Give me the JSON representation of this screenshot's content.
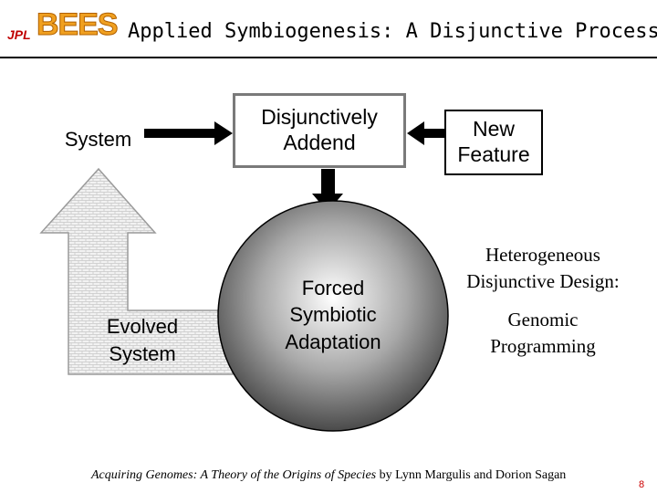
{
  "header": {
    "logo_jpl": "JPL",
    "logo_bees": "BEES",
    "title": "Applied Symbiogenesis: A Disjunctive Process"
  },
  "diagram": {
    "system": "System",
    "addend_line1": "Disjunctively",
    "addend_line2": "Addend",
    "feature_line1": "New",
    "feature_line2": "Feature",
    "sphere_line1": "Forced",
    "sphere_line2": "Symbiotic",
    "sphere_line3": "Adaptation",
    "evolved_line1": "Evolved",
    "evolved_line2": "System",
    "design_line1": "Heterogeneous",
    "design_line2": "Disjunctive Design:",
    "genomic_line1": "Genomic",
    "genomic_line2": "Programming"
  },
  "footer": {
    "book_title": "Acquiring Genomes: A Theory of the Origins of Species",
    "authors": " by Lynn Margulis and Dorion Sagan",
    "page_number": "8"
  },
  "colors": {
    "logo_red": "#c00000",
    "logo_orange": "#f0a020",
    "page_number": "#cc0000"
  }
}
